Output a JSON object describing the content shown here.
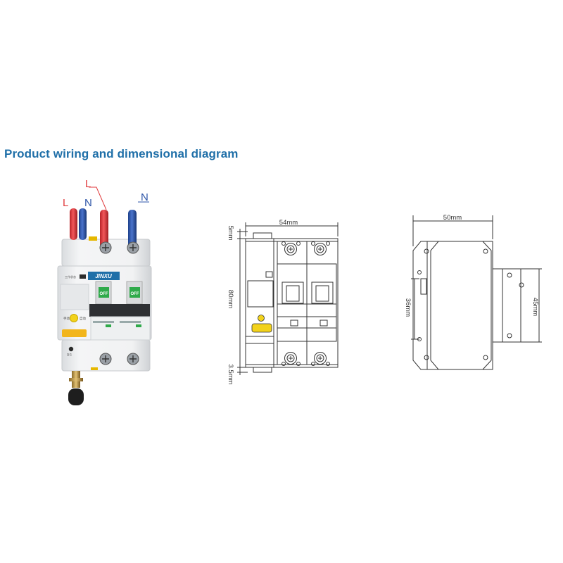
{
  "title": "Product wiring and dimensional diagram",
  "wiring": {
    "labels": {
      "l_in": "L",
      "n_in": "N",
      "l_out": "L",
      "n_out": "N"
    },
    "brand": "JINXU",
    "toggle_text": "OFF",
    "colors": {
      "live": "#e03a3c",
      "neutral": "#2f56a8",
      "label_live": "#e03a3c",
      "label_neutral": "#2f56a8"
    }
  },
  "front_view": {
    "dims": {
      "width": "54mm",
      "top_gap": "5mm",
      "height": "80mm",
      "bottom_gap": "3.5mm"
    }
  },
  "side_view": {
    "dims": {
      "depth": "50mm",
      "rail": "36mm",
      "body": "45mm"
    }
  },
  "colors": {
    "title": "#1f6fa8",
    "yellow_knob": "#f2d21b",
    "line": "#333333"
  }
}
